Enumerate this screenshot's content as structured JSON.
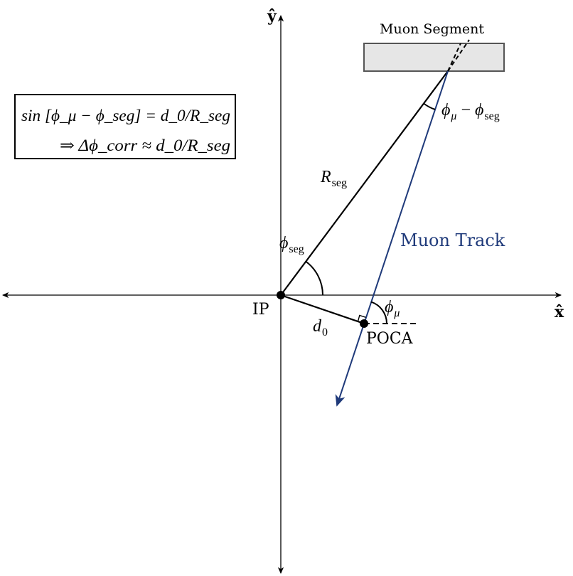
{
  "axes": {
    "x_label": "x̂",
    "y_label": "ŷ"
  },
  "labels": {
    "muon_segment": "Muon Segment",
    "ip": "IP",
    "poca": "POCA",
    "muon_track": "Muon Track",
    "r_seg": {
      "main": "R",
      "sub": "seg"
    },
    "phi_seg": {
      "main": "ϕ",
      "sub": "seg"
    },
    "d0": {
      "main": "d",
      "sub": "0"
    },
    "phi_mu": {
      "main": "ϕ",
      "sub": "μ"
    },
    "phi_diff": {
      "a": "ϕ",
      "a_sub": "μ",
      "op": " − ",
      "b": "ϕ",
      "b_sub": "seg"
    }
  },
  "equations": {
    "line1": "sin [ϕ_μ − ϕ_seg] = d_0/R_seg",
    "line2": "⇒ Δϕ_corr ≈ d_0/R_seg"
  },
  "colors": {
    "track": "#1f3a7a",
    "segment_fill": "#e6e6e6",
    "segment_stroke": "#555555",
    "ink": "#000000"
  }
}
